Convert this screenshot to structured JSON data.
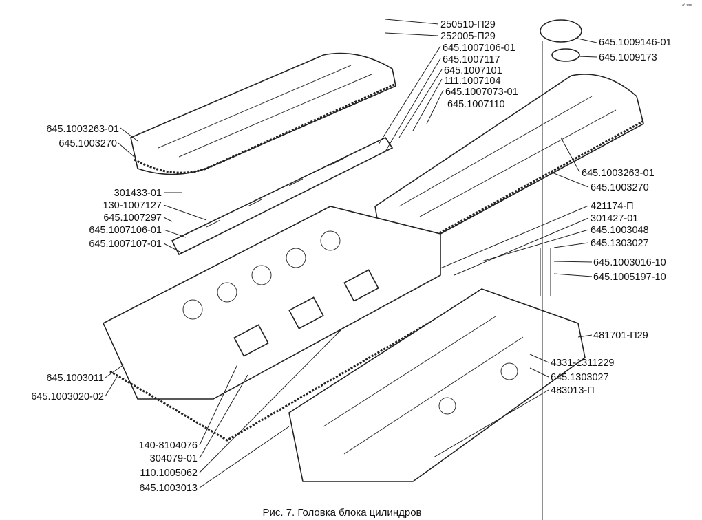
{
  "corner_mark": "e° sss",
  "caption": "Рис. 7. Головка блока цилиндров",
  "labels": {
    "top": [
      "250510-П29",
      "252005-П29",
      "645.1007106-01",
      "645.1007117",
      "645.1007101",
      "111.1007104",
      "645.1007073-01",
      "645.1007110"
    ],
    "top_right": [
      "645.1009146-01",
      "645.1009173"
    ],
    "left": [
      "645.1003263-01",
      "645.1003270",
      "301433-01",
      "130-1007127",
      "645.1007297",
      "645.1007106-01",
      "645.1007107-01",
      "645.1003011",
      "645.1003020-02"
    ],
    "bottom_left": [
      "140-8104076",
      "304079-01",
      "110.1005062",
      "645.1003013"
    ],
    "right": [
      "645.1003263-01",
      "645.1003270",
      "421174-П",
      "301427-01",
      "645.1003048",
      "645.1303027",
      "645.1003016-10",
      "645.1005197-10",
      "481701-П29",
      "4331-1311229",
      "645.1303027",
      "483013-П"
    ]
  }
}
